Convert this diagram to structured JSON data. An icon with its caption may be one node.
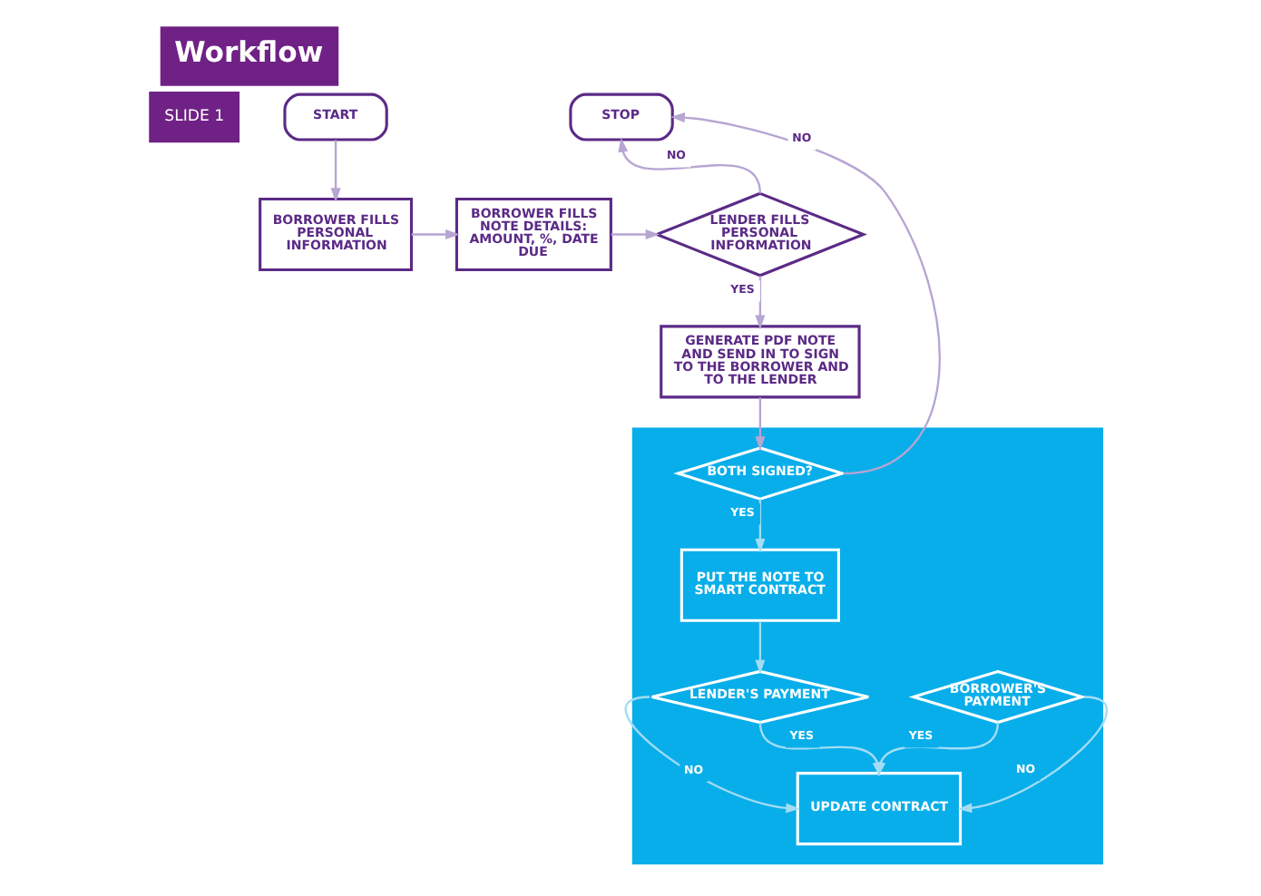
{
  "diagram": {
    "title": "Workflow",
    "nodes": [
      {
        "text": [
          "START"
        ]
      },
      {
        "text": [
          "STOP"
        ]
      },
      {
        "text": [
          "BORROWER FILLS PERSONAL INFORMATION"
        ]
      },
      {
        "text": [
          "BORROWER FILLS NOTE DETAILS: AMOUNT, %, DATE DUE"
        ]
      },
      {
        "text": [
          "LENDER FILLS PERSONAL INFORMATION"
        ]
      },
      {
        "text": [
          "GENERATE PDF NOTE AND SEND IN TO SIGN TO THE BORROWER AND TO THE LENDER"
        ]
      },
      {
        "text": [],
        "shape": "box"
      },
      {
        "text": [
          "PUT THE NOTE TO SMART CONTRACT"
        ],
        "in": 6
      },
      {
        "text": [
          "BOTH SIGNED?"
        ],
        "in": 6
      },
      {
        "text": [
          "LENDER'S PAYMENT"
        ],
        "in": 6
      },
      {
        "text": [
          "UPDATE CONTRACT"
        ],
        "in": 6
      },
      {
        "text": [
          "BORROWER'S PAYMENT"
        ],
        "in": 6
      }
    ],
    "edges": [
      {
        "from": 0,
        "to": 2,
        "arrow": "to"
      },
      {
        "from": 2,
        "to": 3,
        "arrow": "to"
      },
      {
        "from": 3,
        "to": 4,
        "arrow": "to"
      },
      {
        "from": 4,
        "to": 1,
        "arrow": "to",
        "label": "NO"
      },
      {
        "from": 4,
        "to": 5,
        "arrow": "to",
        "label": "YES"
      },
      {
        "from": 5,
        "to": 8,
        "arrow": "to"
      },
      {
        "from": 11,
        "to": 10,
        "arrow": "to",
        "label": "YES",
        "color": "#a3dcf5"
      },
      {
        "from": 11,
        "to": 10,
        "arrow": "to",
        "label": "NO",
        "color": "#a3dcf5"
      },
      {
        "from": 8,
        "to": 7,
        "arrow": "to",
        "label": "YES",
        "color": "#a3dcf5"
      },
      {
        "from": 8,
        "to": 1,
        "arrow": "to",
        "label": "NO"
      },
      {
        "from": 7,
        "to": 9,
        "arrow": "to",
        "color": "#a3dcf5"
      },
      {
        "from": 9,
        "to": 10,
        "arrow": "to",
        "label": "YES",
        "color": "#a3dcf5"
      },
      {
        "from": 9,
        "to": 10,
        "arrow": "to",
        "label": "NO",
        "color": "#a3dcf5"
      }
    ],
    "labels": [
      "SLIDE 1"
    ]
  }
}
